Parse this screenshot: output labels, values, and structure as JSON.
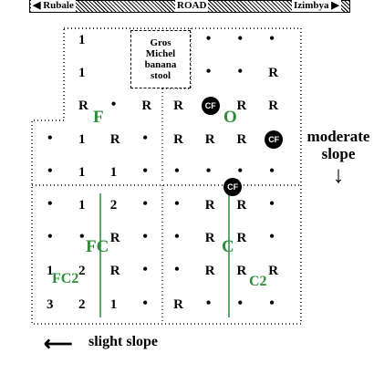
{
  "road": {
    "left_label": "Rubale",
    "center_label": "ROAD",
    "right_label": "Izimbya",
    "left_arrow": "◀",
    "right_arrow": "▶"
  },
  "gros_michel": {
    "lines": [
      "Gros",
      "Michel",
      "banana",
      "stool"
    ]
  },
  "plot_labels": {
    "F": "F",
    "O": "O",
    "FC": "FC",
    "C": "C",
    "FC2": "FC2",
    "C2": "C2"
  },
  "slopes": {
    "moderate_line1": "moderate",
    "moderate_line2": "slope",
    "moderate_arrow": "↓",
    "slight": "slight slope",
    "slight_arrow": "⟵"
  },
  "cf_label": "CF",
  "colors": {
    "plot_label": "#2e8b3a",
    "boundary": "#000000",
    "divider": "#2e8b3a"
  },
  "markers": [
    {
      "t": "1",
      "c": 0,
      "r": 0
    },
    {
      "t": "1",
      "c": 0,
      "r": 1
    },
    {
      "t": "•",
      "c": 4,
      "r": 0
    },
    {
      "t": "•",
      "c": 5,
      "r": 0
    },
    {
      "t": "•",
      "c": 6,
      "r": 0
    },
    {
      "t": "•",
      "c": 4,
      "r": 1
    },
    {
      "t": "•",
      "c": 5,
      "r": 1
    },
    {
      "t": "R",
      "c": 6,
      "r": 1
    },
    {
      "t": "R",
      "c": 0,
      "r": 2
    },
    {
      "t": "•",
      "c": 1,
      "r": 2
    },
    {
      "t": "R",
      "c": 2,
      "r": 2
    },
    {
      "t": "R",
      "c": 3,
      "r": 2
    },
    {
      "t": "CF",
      "c": 4,
      "r": 2
    },
    {
      "t": "R",
      "c": 5,
      "r": 2
    },
    {
      "t": "R",
      "c": 6,
      "r": 2
    },
    {
      "t": "•",
      "c": -1,
      "r": 3
    },
    {
      "t": "1",
      "c": 0,
      "r": 3
    },
    {
      "t": "R",
      "c": 1,
      "r": 3
    },
    {
      "t": "•",
      "c": 2,
      "r": 3
    },
    {
      "t": "R",
      "c": 3,
      "r": 3
    },
    {
      "t": "R",
      "c": 4,
      "r": 3
    },
    {
      "t": "R",
      "c": 5,
      "r": 3
    },
    {
      "t": "CF",
      "c": 6,
      "r": 3
    },
    {
      "t": "•",
      "c": -1,
      "r": 4
    },
    {
      "t": "1",
      "c": 0,
      "r": 4
    },
    {
      "t": "1",
      "c": 1,
      "r": 4
    },
    {
      "t": "•",
      "c": 2,
      "r": 4
    },
    {
      "t": "•",
      "c": 3,
      "r": 4
    },
    {
      "t": "•",
      "c": 4,
      "r": 4
    },
    {
      "t": "•",
      "c": 5,
      "r": 4
    },
    {
      "t": "•",
      "c": 6,
      "r": 4
    },
    {
      "t": "CF",
      "c": 4.7,
      "r": 4.45
    },
    {
      "t": "•",
      "c": -1,
      "r": 5
    },
    {
      "t": "1",
      "c": 0,
      "r": 5
    },
    {
      "t": "2",
      "c": 1,
      "r": 5
    },
    {
      "t": "•",
      "c": 2,
      "r": 5
    },
    {
      "t": "•",
      "c": 3,
      "r": 5
    },
    {
      "t": "R",
      "c": 4,
      "r": 5
    },
    {
      "t": "R",
      "c": 5,
      "r": 5
    },
    {
      "t": "•",
      "c": 6,
      "r": 5
    },
    {
      "t": "•",
      "c": -1,
      "r": 6
    },
    {
      "t": "•",
      "c": 0,
      "r": 6
    },
    {
      "t": "R",
      "c": 1,
      "r": 6
    },
    {
      "t": "•",
      "c": 2,
      "r": 6
    },
    {
      "t": "•",
      "c": 3,
      "r": 6
    },
    {
      "t": "R",
      "c": 4,
      "r": 6
    },
    {
      "t": "R",
      "c": 5,
      "r": 6
    },
    {
      "t": "•",
      "c": 6,
      "r": 6
    },
    {
      "t": "1",
      "c": -1,
      "r": 7
    },
    {
      "t": "2",
      "c": 0,
      "r": 7
    },
    {
      "t": "R",
      "c": 1,
      "r": 7
    },
    {
      "t": "•",
      "c": 2,
      "r": 7
    },
    {
      "t": "•",
      "c": 3,
      "r": 7
    },
    {
      "t": "R",
      "c": 4,
      "r": 7
    },
    {
      "t": "R",
      "c": 5,
      "r": 7
    },
    {
      "t": "R",
      "c": 6,
      "r": 7
    },
    {
      "t": "3",
      "c": -1,
      "r": 8
    },
    {
      "t": "2",
      "c": 0,
      "r": 8
    },
    {
      "t": "1",
      "c": 1,
      "r": 8
    },
    {
      "t": "•",
      "c": 2,
      "r": 8
    },
    {
      "t": "R",
      "c": 3,
      "r": 8
    },
    {
      "t": "•",
      "c": 4,
      "r": 8
    },
    {
      "t": "•",
      "c": 5,
      "r": 8
    },
    {
      "t": "•",
      "c": 6,
      "r": 8
    }
  ]
}
